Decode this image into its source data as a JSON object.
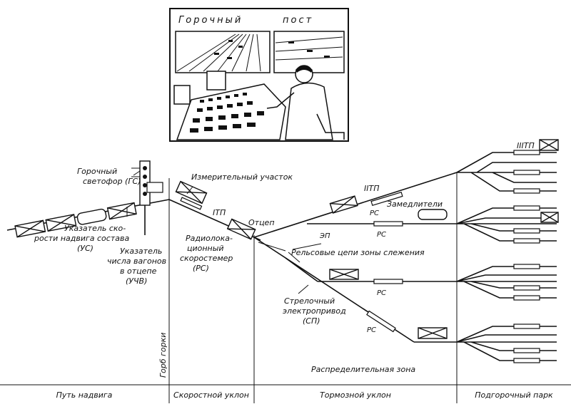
{
  "header_title_left": "Горочный",
  "header_title_right": "пост",
  "labels": {
    "signal_1": "Горочный",
    "signal_2": "светофор (ГС)",
    "measuring": "Измерительный участок",
    "itp": "ITП",
    "iitp": "IIТП",
    "iiitp": "IIIТП",
    "otcep": "Отцеп",
    "zamedl": "Замедлители",
    "ep": "ЭП",
    "rs": "РС",
    "radar_1": "Радиолока-",
    "radar_2": "ционный",
    "radar_3": "скоростемер",
    "radar_4": "(РС)",
    "us_1": "Указатель ско-",
    "us_2": "рости надвига состава",
    "us_3": "(УС)",
    "uchv_1": "Указатель",
    "uchv_2": "числа вагонов",
    "uchv_3": "в отцепе",
    "uchv_4": "(УЧВ)",
    "rails": "Рельсовые цепи зоны слежения",
    "sp_1": "Стрелочный",
    "sp_2": "электропривод",
    "sp_3": "(СП)",
    "hump": "Горб горки",
    "distrib": "Распределительная зона"
  },
  "zones": [
    "Путь надвига",
    "Скоростной уклон",
    "Тормозной уклон",
    "Подгорочный парк"
  ]
}
